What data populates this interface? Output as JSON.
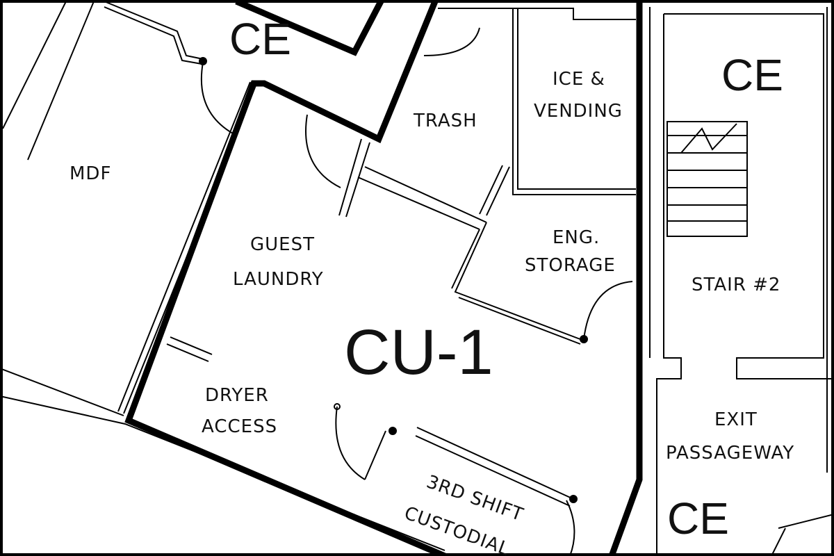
{
  "plan": {
    "zone_markers": [
      "CE",
      "CE",
      "CE"
    ],
    "zone_tag": "CU-1",
    "rooms": {
      "mdf": "MDF",
      "trash": "TRASH",
      "ice_vending": [
        "ICE &",
        "VENDING"
      ],
      "guest_laundry": [
        "GUEST",
        "LAUNDRY"
      ],
      "eng_storage": [
        "ENG.",
        "STORAGE"
      ],
      "stair": "STAIR #2",
      "dryer_access": [
        "DRYER",
        "ACCESS"
      ],
      "exit_passageway": [
        "EXIT",
        "PASSAGEWAY"
      ],
      "custodial": [
        "3RD SHIFT",
        "CUSTODIAL"
      ]
    }
  }
}
